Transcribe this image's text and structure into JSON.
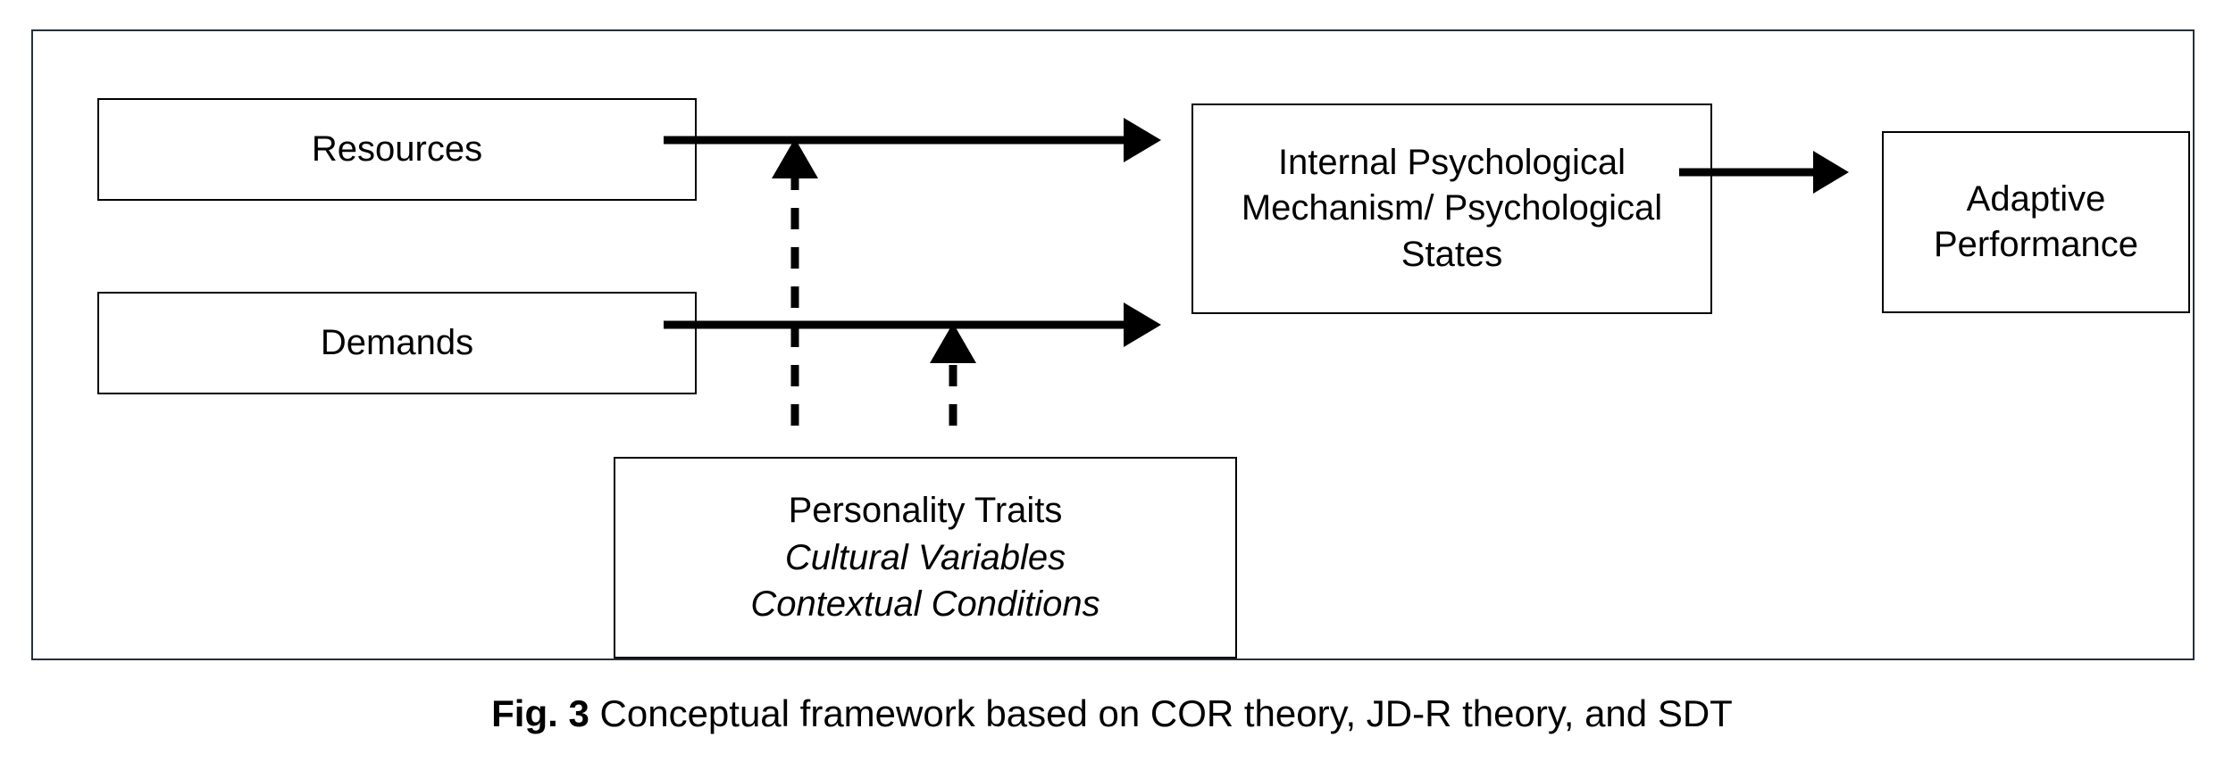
{
  "figure": {
    "caption_label": "Fig. 3",
    "caption_text": "Conceptual framework based on COR theory, JD-R theory, and SDT"
  },
  "colors": {
    "frame_border": "#22303c",
    "node_border": "#000000",
    "arrow": "#000000",
    "background": "#ffffff",
    "text": "#000000"
  },
  "nodes": {
    "resources": {
      "label": "Resources"
    },
    "demands": {
      "label": "Demands"
    },
    "mechanism": {
      "label": "Internal Psychological Mechanism/ Psychological States"
    },
    "adaptive": {
      "label": "Adaptive Performance"
    },
    "moderator": {
      "line1": "Personality Traits",
      "line2": "Cultural Variables",
      "line3": "Contextual Conditions"
    }
  },
  "connectors": {
    "resources_to_mechanism": {
      "style": "solid",
      "direction": "right"
    },
    "demands_to_mechanism": {
      "style": "solid",
      "direction": "right"
    },
    "mechanism_to_adaptive": {
      "style": "solid",
      "direction": "right"
    },
    "moderator_to_resources_path": {
      "style": "dashed",
      "direction": "up"
    },
    "moderator_to_demands_path": {
      "style": "dashed",
      "direction": "up"
    }
  }
}
